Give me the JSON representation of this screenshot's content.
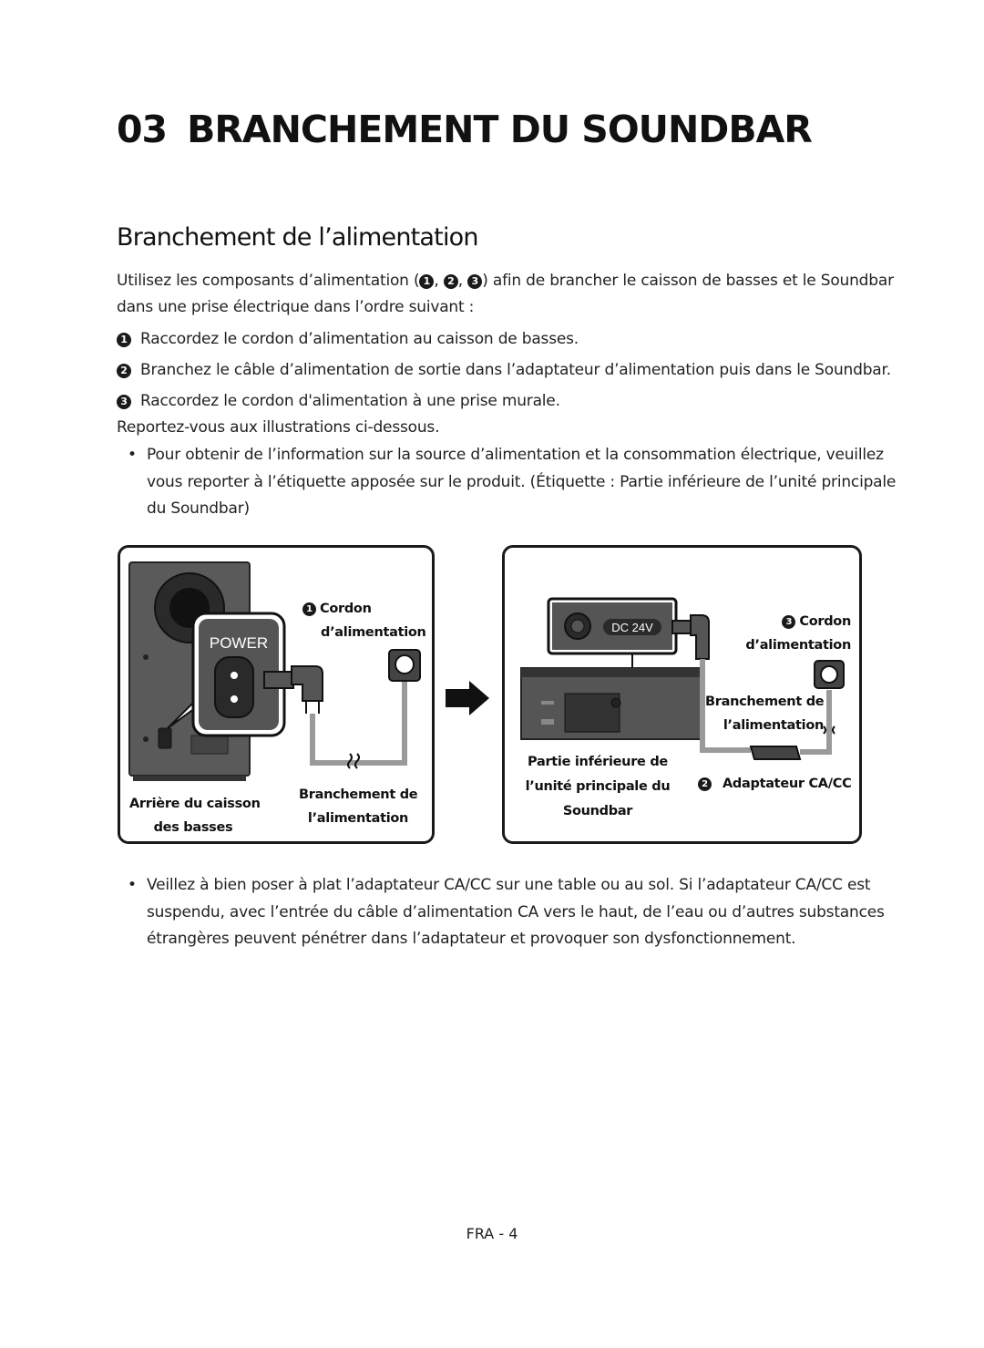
{
  "header": {
    "chapter_number": "03",
    "chapter_title": "BRANCHEMENT DU SOUNDBAR"
  },
  "section": {
    "title": "Branchement de l’alimentation"
  },
  "intro": {
    "line1_before": "Utilisez les composants d’alimentation (",
    "marker1": "1",
    "sep1": ", ",
    "marker2": "2",
    "sep2": ", ",
    "marker3": "3",
    "line1_after": ") afin de brancher le caisson de basses et le Soundbar",
    "line2": "dans une prise électrique dans l’ordre suivant :"
  },
  "steps": [
    {
      "marker": "1",
      "text": "Raccordez le cordon d’alimentation au caisson de basses."
    },
    {
      "marker": "2",
      "text": "Branchez le câble d’alimentation de sortie dans l’adaptateur d’alimentation puis dans le Soundbar."
    },
    {
      "marker": "3",
      "text": "Raccordez le cordon d'alimentation à une prise murale."
    }
  ],
  "see_illustrations": "Reportez-vous aux illustrations ci-dessous.",
  "note1": {
    "line1": "Pour obtenir de l’information sur la source d’alimentation et la consommation électrique, veuillez",
    "line2": "vous reporter à l’étiquette apposée sur le produit. (Étiquette : Partie inférieure de l’unité principale",
    "line3": "du Soundbar)"
  },
  "diagram_left": {
    "power_label": "POWER",
    "cord_marker": "1",
    "cord_label_1": "Cordon",
    "cord_label_2": "d’alimentation",
    "outlet_label_1": "Branchement de",
    "outlet_label_2": "l’alimentation",
    "subwoofer_label_1": "Arrière du caisson",
    "subwoofer_label_2": "des basses"
  },
  "diagram_right": {
    "dc_label": "DC 24V",
    "cord_marker": "3",
    "cord_label_1": "Cordon",
    "cord_label_2": "d’alimentation",
    "outlet_label_1": "Branchement de",
    "outlet_label_2": "l’alimentation",
    "bottom_label_1": "Partie inférieure de",
    "bottom_label_2": "l’unité principale du",
    "bottom_label_3": "Soundbar",
    "adapter_marker": "2",
    "adapter_label": "Adaptateur CA/CC"
  },
  "note2": {
    "line1": "Veillez à bien poser à plat l’adaptateur CA/CC sur une table ou au sol. Si l’adaptateur CA/CC est",
    "line2": "suspendu, avec l’entrée du câble d’alimentation CA vers le haut, de l’eau ou d’autres substances",
    "line3": "étrangères peuvent pénétrer dans l’adaptateur et provoquer son dysfonctionnement."
  },
  "footer": {
    "page_label": "FRA - 4"
  },
  "colors": {
    "text": "#1a1a1a",
    "cable": "#9a9a9a",
    "device": "#4a4a4a",
    "accent_dark": "#2a2a2a"
  }
}
